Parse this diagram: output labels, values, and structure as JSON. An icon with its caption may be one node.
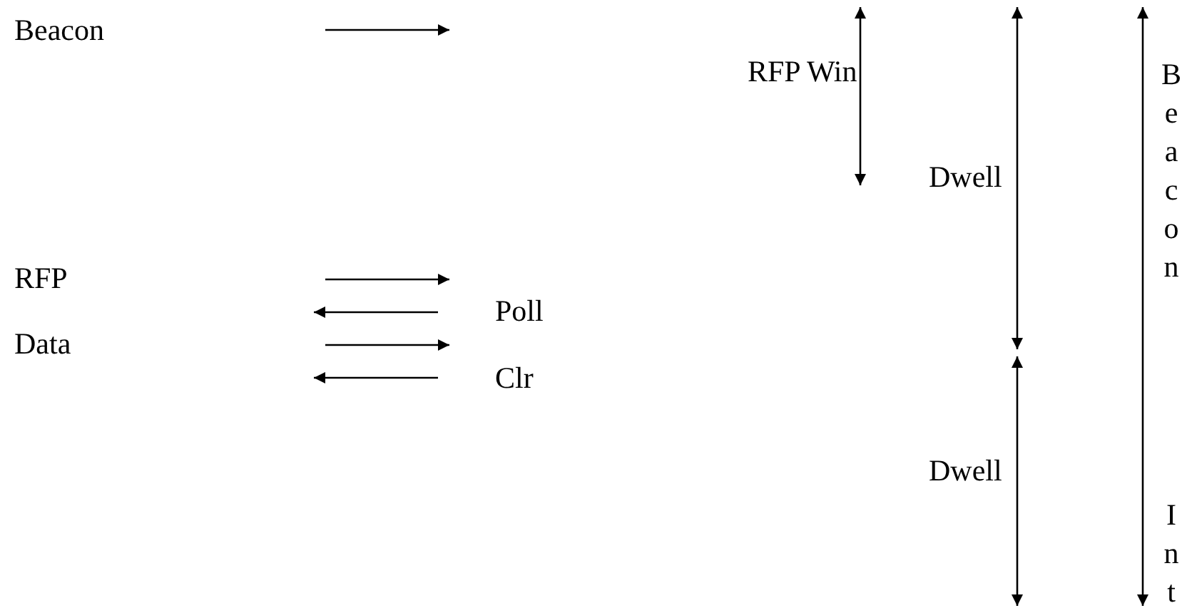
{
  "diagram": {
    "labels": [
      "Beacon",
      "RFP Win",
      "Dwell",
      "RFP",
      "Poll",
      "Data",
      "Clr",
      "Dwell",
      "Beacon Int"
    ]
  }
}
